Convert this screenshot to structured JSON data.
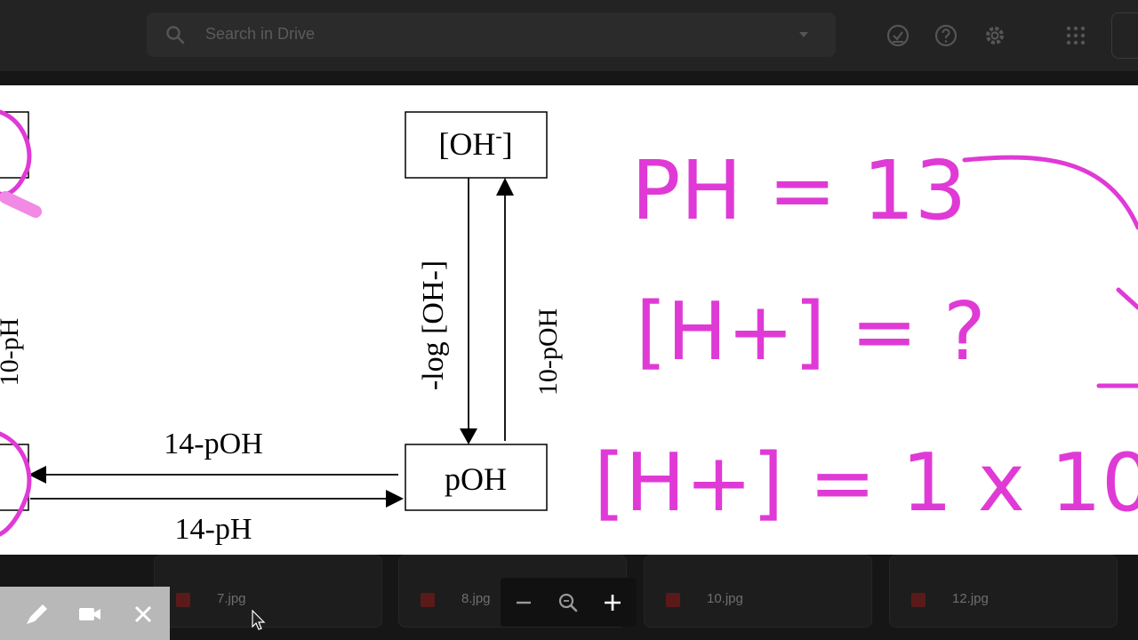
{
  "header": {
    "search_placeholder": "Search in Drive",
    "icons": [
      "search-icon",
      "dropdown-caret-icon",
      "offline-check-icon",
      "help-icon",
      "settings-gear-icon",
      "apps-grid-icon"
    ]
  },
  "files": [
    {
      "name": "7.jpg"
    },
    {
      "name": "8.jpg"
    },
    {
      "name": "10.jpg"
    },
    {
      "name": "12.jpg"
    }
  ],
  "diagram": {
    "box_top_label": "[OH",
    "box_top_sup": "-",
    "box_top_close": "]",
    "box_bottom_label": "pOH",
    "arrow_down_label": "-log [OH-]",
    "arrow_up_label": "10-pOH",
    "left_vertical_label": "10-pH",
    "arrow_left_label": "14-pOH",
    "arrow_right_label": "14-pH"
  },
  "handwriting": {
    "line1": "PH = 13",
    "line2": "[H+] = ?",
    "line3": "[H+] = 1 x 10",
    "ink_color": "#e03ad6"
  },
  "viewer_toolbar": {
    "icons": [
      "zoom-out-icon",
      "magnifier-icon",
      "zoom-in-icon"
    ]
  },
  "annotation_toolbar": {
    "icons": [
      "pen-icon",
      "camera-icon",
      "close-icon"
    ]
  }
}
